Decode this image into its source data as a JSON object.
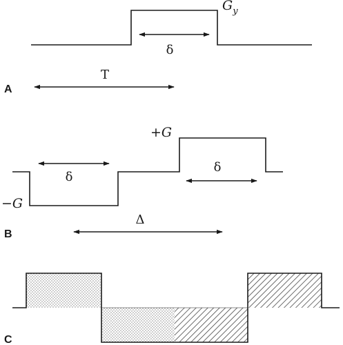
{
  "panels": {
    "a": {
      "letter": "A",
      "gradient_label": "G",
      "gradient_subscript": "y",
      "pulse_width_label": "δ",
      "period_label": "T"
    },
    "b": {
      "letter": "B",
      "positive_label": "+G",
      "negative_label": "−G",
      "first_delta_label": "δ",
      "second_delta_label": "δ",
      "separation_label": "Δ"
    },
    "c": {
      "letter": "C"
    }
  },
  "colors": {
    "line": "#1a1a1a",
    "dot_fill": "#555555",
    "hatch": "#333333",
    "background": "#ffffff"
  }
}
